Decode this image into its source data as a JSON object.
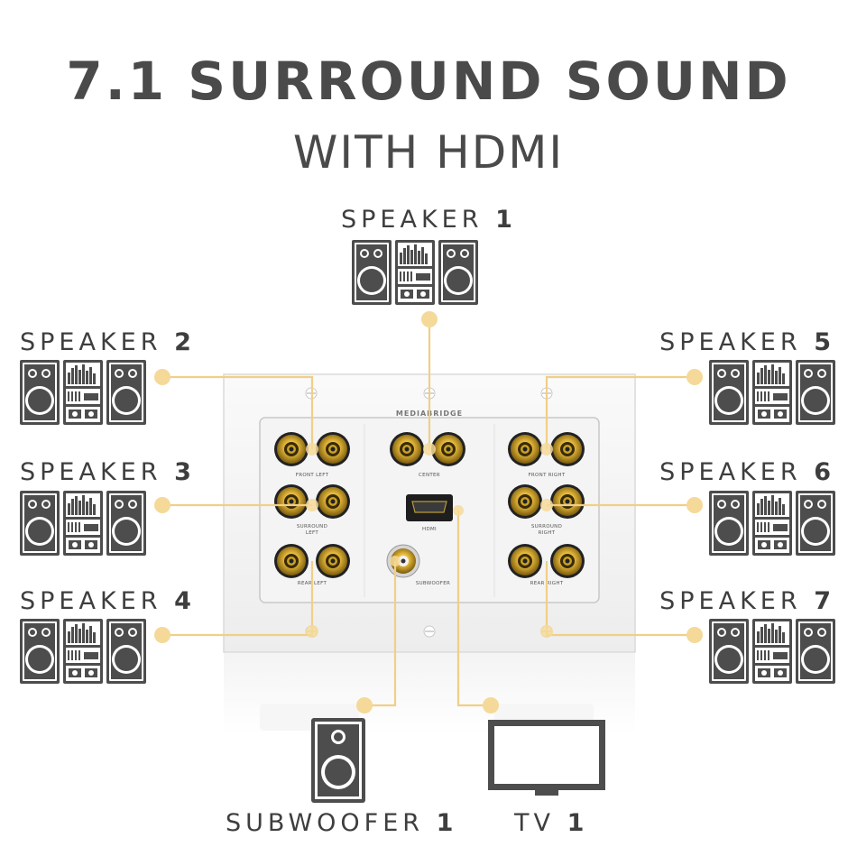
{
  "title": {
    "line1": "7.1 SURROUND SOUND",
    "line2": "WITH HDMI"
  },
  "speakers": [
    {
      "word": "SPEAKER",
      "num": "1"
    },
    {
      "word": "SPEAKER",
      "num": "2"
    },
    {
      "word": "SPEAKER",
      "num": "3"
    },
    {
      "word": "SPEAKER",
      "num": "4"
    },
    {
      "word": "SPEAKER",
      "num": "5"
    },
    {
      "word": "SPEAKER",
      "num": "6"
    },
    {
      "word": "SPEAKER",
      "num": "7"
    }
  ],
  "subwoofer": {
    "word": "SUBWOOFER",
    "num": "1"
  },
  "tv": {
    "word": "TV",
    "num": "1"
  },
  "plate": {
    "brand": "MEDIABRIDGE",
    "labels": {
      "front_left": "FRONT LEFT",
      "surround_left_1": "SURROUND",
      "surround_left_2": "LEFT",
      "rear_left": "REAR LEFT",
      "center": "CENTER",
      "hdmi": "HDMI",
      "subwoofer": "SUBWOOFER",
      "front_right": "FRONT RIGHT",
      "surround_right_1": "SURROUND",
      "surround_right_2": "RIGHT",
      "rear_right": "REAR RIGHT"
    }
  },
  "colors": {
    "icon": "#4d4d4d",
    "wire": "#f0cf87",
    "dot": "#f5d999",
    "gold": "#c9a227",
    "text": "#444444"
  }
}
